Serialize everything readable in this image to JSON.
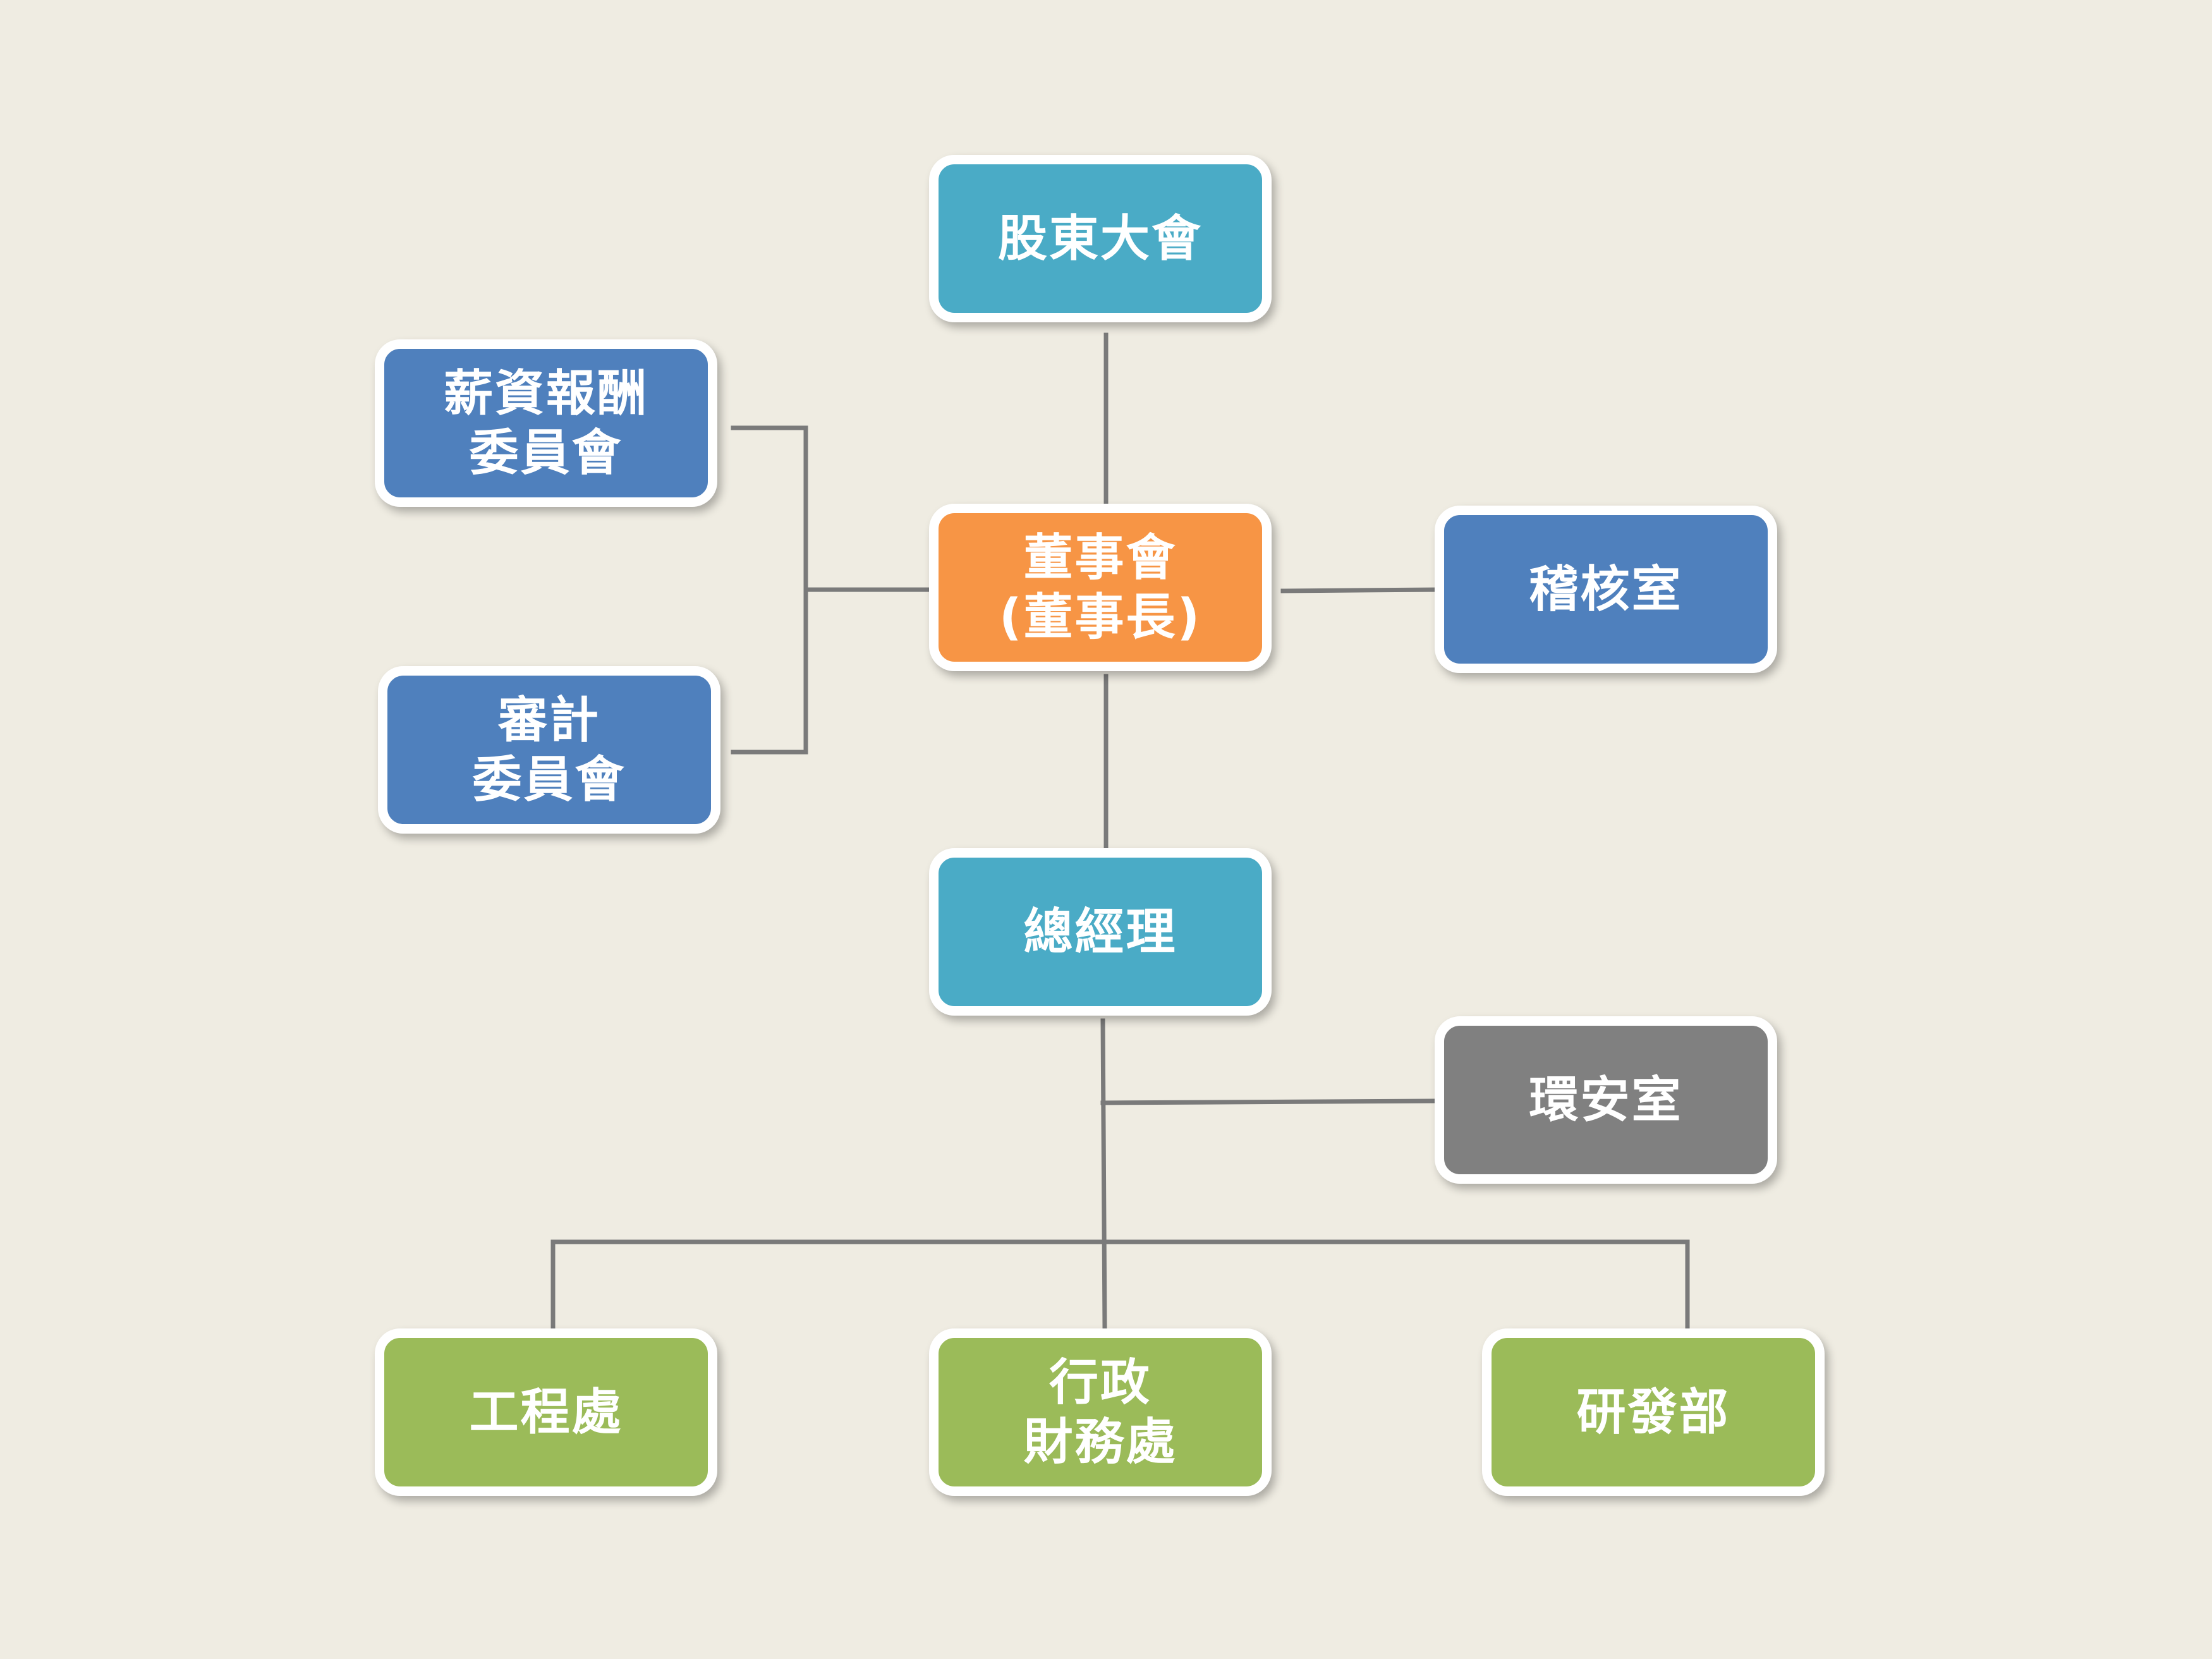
{
  "nodes": {
    "shareholders": {
      "lines": [
        "股東大會"
      ]
    },
    "board": {
      "lines": [
        "董事會",
        "(董事長)"
      ]
    },
    "compensation_committee": {
      "lines": [
        "薪資報酬",
        "委員會"
      ]
    },
    "audit_committee": {
      "lines": [
        "審計",
        "委員會"
      ]
    },
    "internal_audit": {
      "lines": [
        "稽核室"
      ]
    },
    "general_manager": {
      "lines": [
        "總經理"
      ]
    },
    "env_safety": {
      "lines": [
        "環安室"
      ]
    },
    "engineering": {
      "lines": [
        "工程處"
      ]
    },
    "admin_finance": {
      "lines": [
        "行政",
        "財務處"
      ]
    },
    "rnd": {
      "lines": [
        "研發部"
      ]
    }
  },
  "colors": {
    "background": "#efece2",
    "connector": "#7a7a7a",
    "teal": "#4aabc6",
    "blue": "#4f80bd",
    "orange": "#f79545",
    "gray": "#808080",
    "green": "#9bbb59"
  }
}
